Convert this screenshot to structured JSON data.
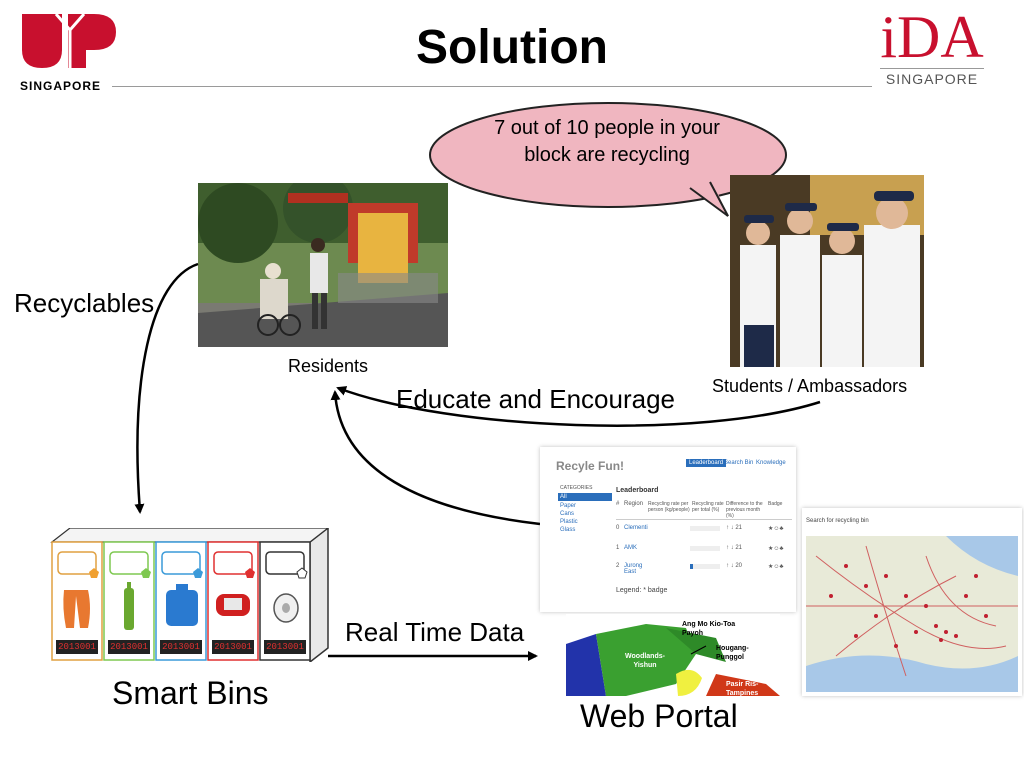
{
  "title": "Solution",
  "logos": {
    "up": {
      "letters": "UP",
      "subtitle": "SINGAPORE",
      "color": "#c8102e"
    },
    "ida": {
      "letters": "iDA",
      "subtitle": "SINGAPORE",
      "color": "#c8102e"
    }
  },
  "speech_bubble": {
    "text": "7 out of 10 people in your block are recycling",
    "fill": "#f0b6c0"
  },
  "labels": {
    "residents": "Residents",
    "students": "Students / Ambassadors",
    "recyclables": "Recyclables",
    "educate": "Educate and Encourage",
    "real_time_data": "Real Time Data",
    "smart_bins": "Smart Bins",
    "web_portal": "Web Portal"
  },
  "bins": [
    {
      "name": "paper",
      "color": "#f0a030",
      "display": "2013001"
    },
    {
      "name": "glass",
      "color": "#7ec850",
      "display": "2013001"
    },
    {
      "name": "plastic",
      "color": "#3a9ad9",
      "display": "2013001"
    },
    {
      "name": "cans",
      "color": "#e03030",
      "display": "2013001"
    },
    {
      "name": "general",
      "color": "#777777",
      "display": "2013001"
    }
  ],
  "portal": {
    "app_title": "Recyle Fun!",
    "tabs": [
      "Leaderboard",
      "Search Bin",
      "Knowledge"
    ],
    "categories_header": "CATEGORIES",
    "categories": [
      "All",
      "Paper",
      "Cans",
      "Plastic",
      "Glass"
    ],
    "leaderboard_title": "Leaderboard",
    "columns": [
      "#",
      "Region",
      "Recycling rate per person (kg/people)",
      "Recycling rate per total (%)",
      "Difference to the previous month (%)",
      "Badge"
    ],
    "rows": [
      {
        "rank": "0",
        "region": "Clementi",
        "diff": "↑ ↓ 21"
      },
      {
        "rank": "1",
        "region": "AMK",
        "diff": "↑ ↓ 21"
      },
      {
        "rank": "2",
        "region": "Jurong East",
        "diff": "↑ ↓ 20"
      }
    ],
    "legend": "Legend: * badge",
    "map_search": "Search for recycling bin",
    "regions": [
      "Ang Mo Kio-Toa Payoh",
      "Woodlands-Yishun",
      "Hougang-Punggol",
      "Pasir Ris-Tampines"
    ]
  }
}
